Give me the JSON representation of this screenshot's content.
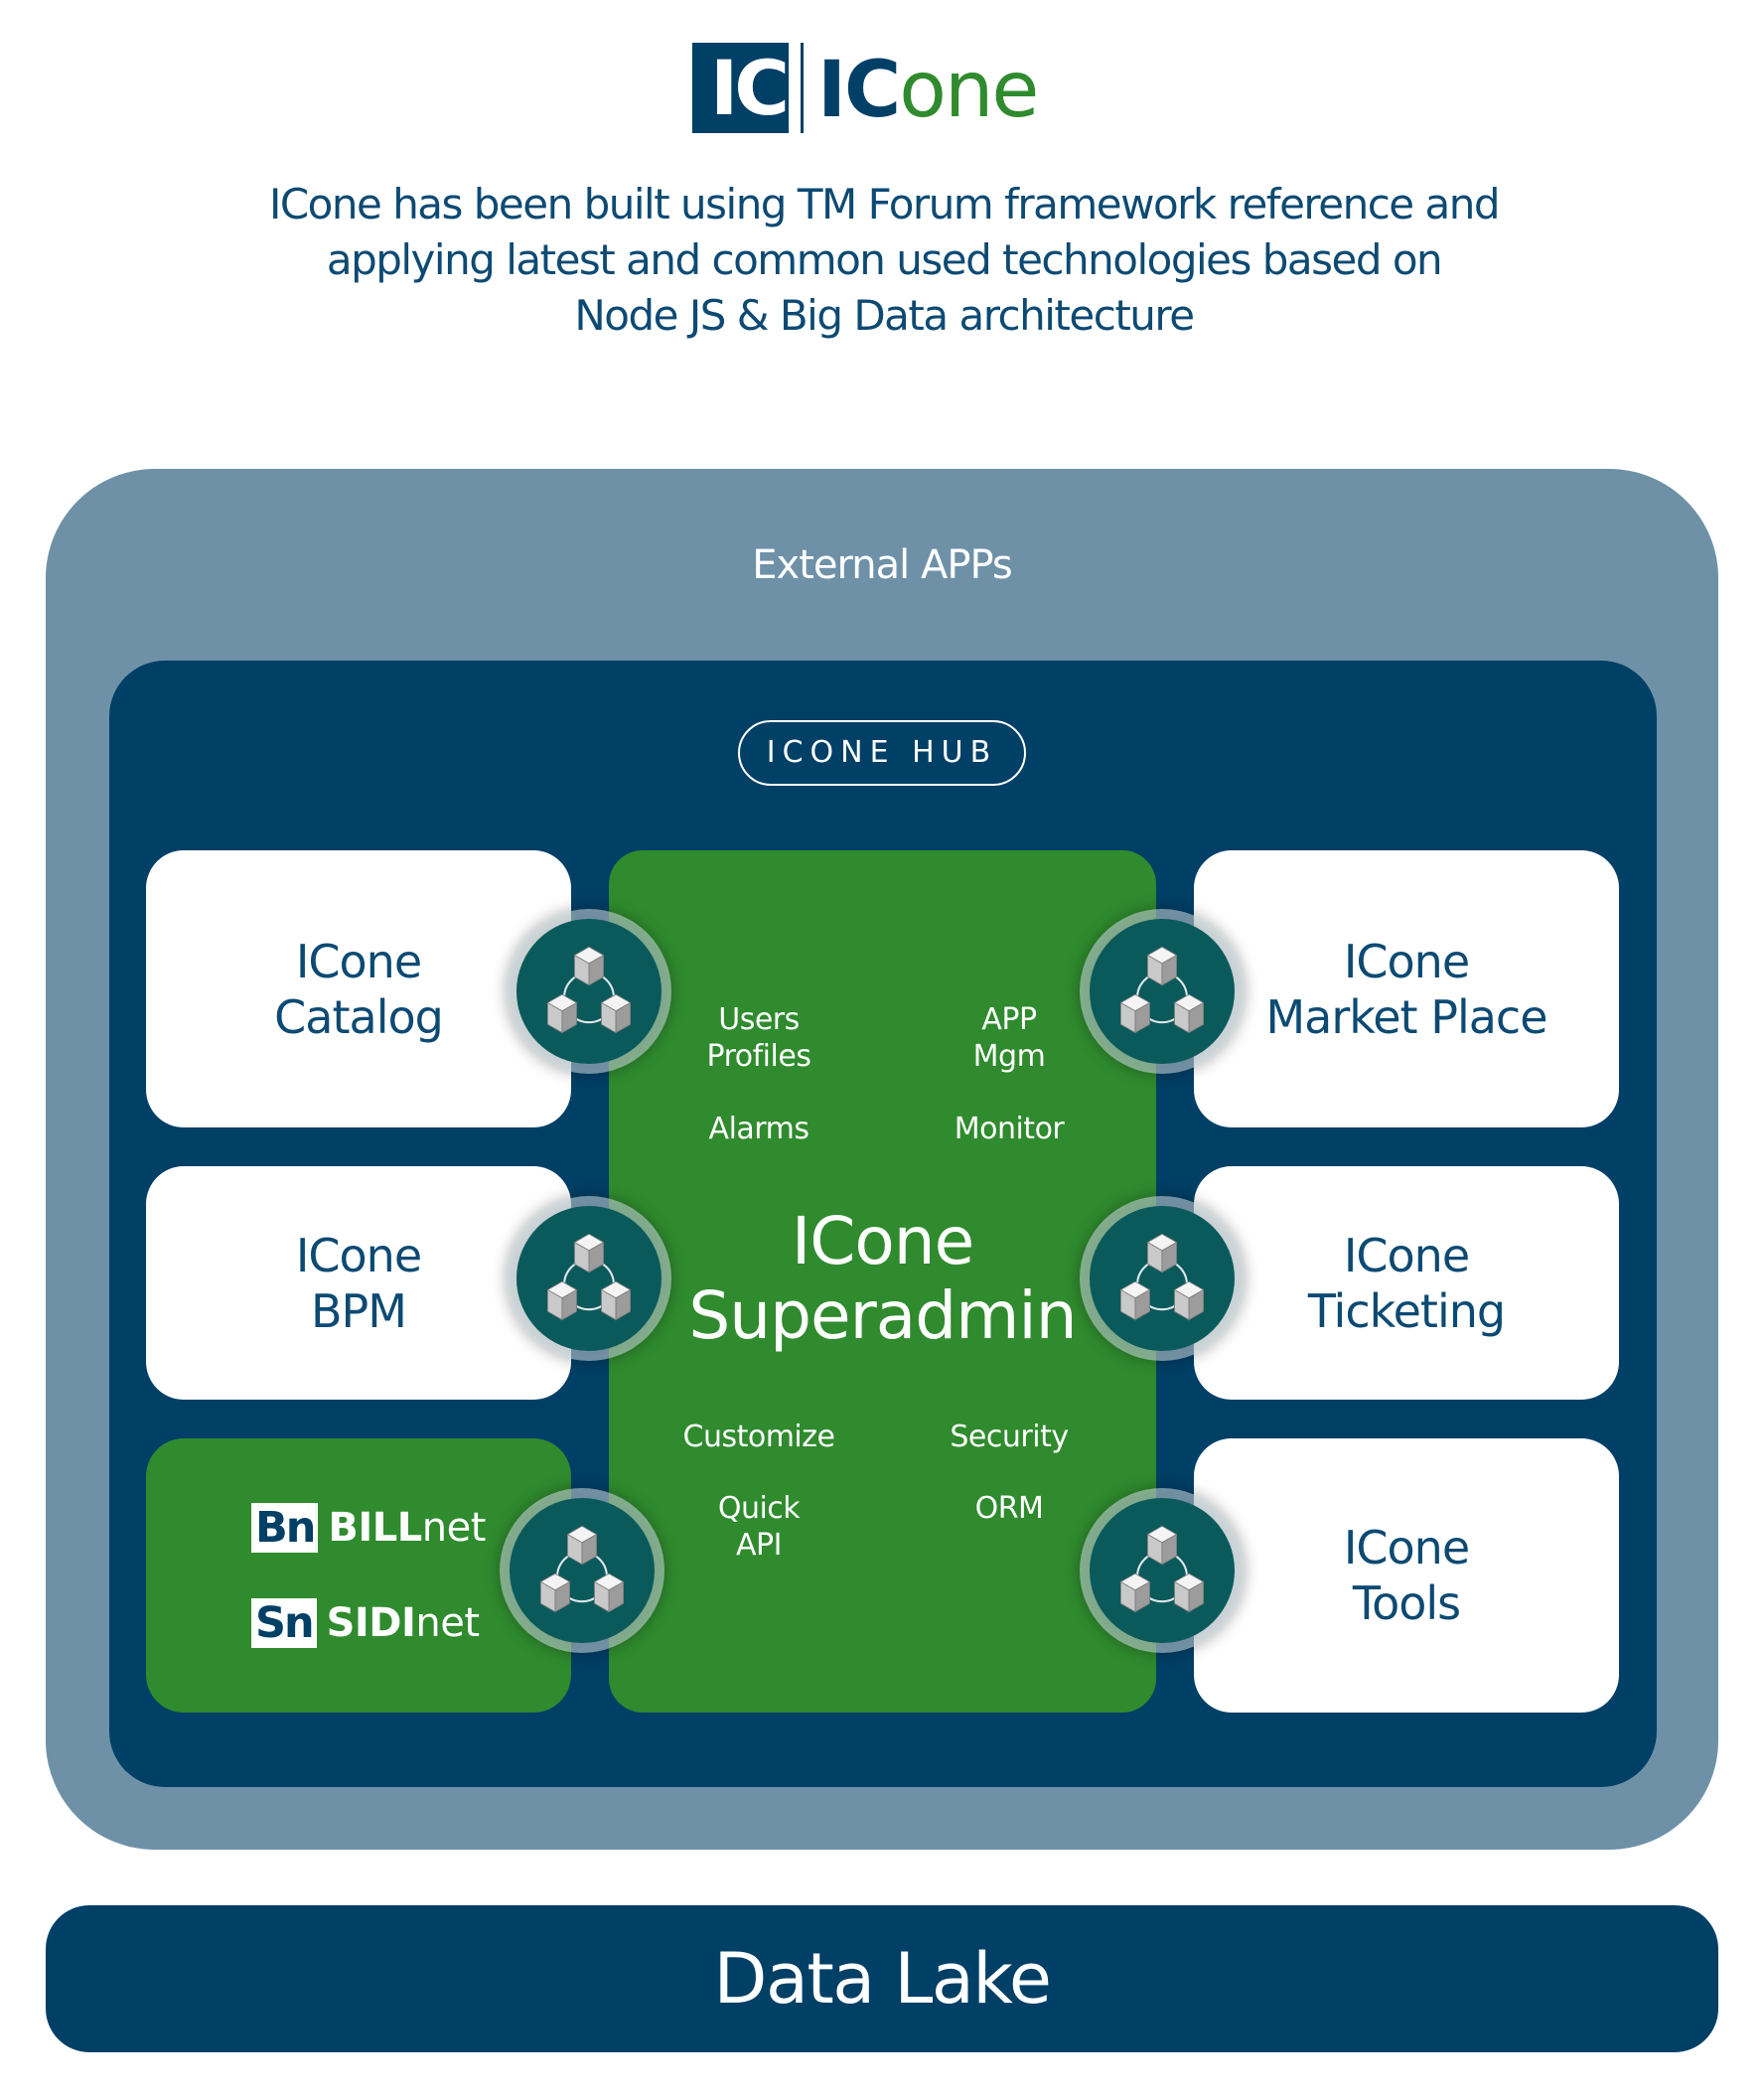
{
  "logo": {
    "box_text": "IC",
    "word_ic": "IC",
    "word_one": "one"
  },
  "intro_lines": [
    "ICone has been built using TM Forum framework reference and",
    "applying latest and common used technologies based on",
    "Node JS & Big Data architecture"
  ],
  "external": {
    "label": "External APPs"
  },
  "hub": {
    "label": "ICONE HUB"
  },
  "modules": {
    "catalog": [
      "ICone",
      "Catalog"
    ],
    "bpm": [
      "ICone",
      "BPM"
    ],
    "market_place": [
      "ICone",
      "Market Place"
    ],
    "ticketing": [
      "ICone",
      "Ticketing"
    ],
    "tools": [
      "ICone",
      "Tools"
    ]
  },
  "partners": [
    {
      "badge": "Bn",
      "bold": "BILL",
      "rest": "net"
    },
    {
      "badge": "Sn",
      "bold": "SIDI",
      "rest": "net"
    }
  ],
  "superadmin": {
    "title": [
      "ICone",
      "Superadmin"
    ],
    "features": {
      "users_profiles": [
        "Users",
        "Profiles"
      ],
      "app_mgm": [
        "APP",
        "Mgm"
      ],
      "alarms": "Alarms",
      "monitor": "Monitor",
      "customize": "Customize",
      "security": "Security",
      "quick_api": [
        "Quick",
        "API"
      ],
      "orm": "ORM"
    }
  },
  "data_lake": {
    "label": "Data Lake"
  },
  "colors": {
    "navy": "#003f66",
    "slate": "#6e91a8",
    "green": "#2f8b2e",
    "teal": "#0a5a5c"
  },
  "connector_icon": "cubes-network-icon"
}
